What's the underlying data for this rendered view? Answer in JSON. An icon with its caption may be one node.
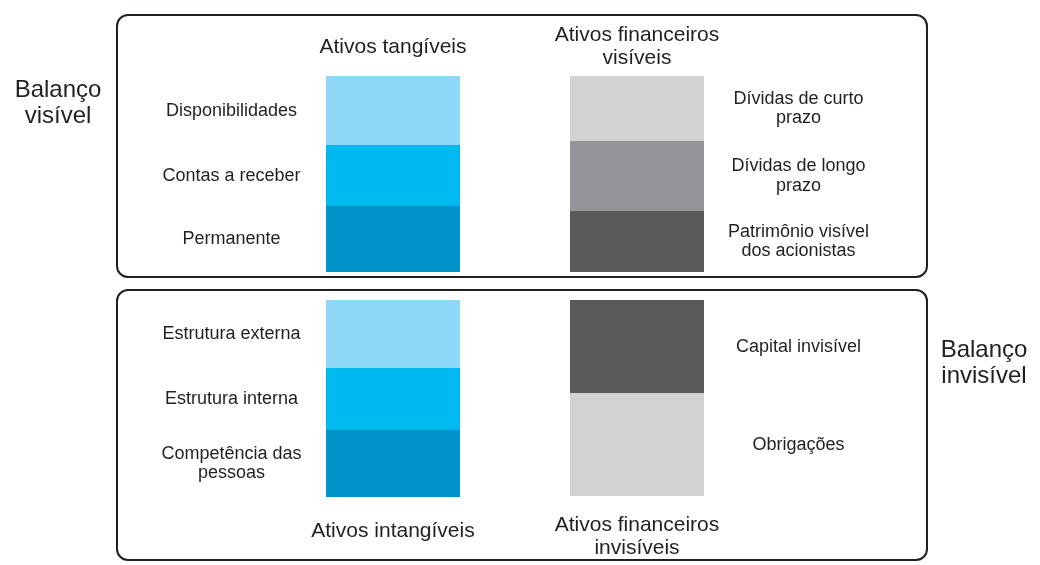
{
  "diagram": {
    "nodes": [
      {
        "text": [
          "Balanço visível",
          "Ativos tangíveis",
          "Ativos financeiros visíveis"
        ]
      },
      {
        "text": [],
        "shape": "box",
        "beside": [
          "Disponibilidades"
        ],
        "in": 0
      },
      {
        "text": [],
        "shape": "box",
        "beside": [
          "Contas a receber"
        ],
        "in": 0
      },
      {
        "text": [],
        "shape": "box",
        "beside": [
          "Permanente"
        ],
        "in": 0
      },
      {
        "text": [],
        "shape": "box",
        "beside": [
          "Dívidas de curto prazo"
        ],
        "in": 0
      },
      {
        "text": [],
        "shape": "box",
        "beside": [
          "Dívidas de longo prazo"
        ],
        "in": 0
      },
      {
        "text": [],
        "shape": "box",
        "beside": [
          "Patrimônio visível dos acionistas"
        ],
        "in": 0
      },
      {
        "text": [
          "Balanço invisível",
          "Ativos intangíveis",
          "Ativos financeiros invisíveis"
        ]
      },
      {
        "text": [],
        "shape": "box",
        "beside": [
          "Estrutura externa"
        ],
        "in": 7
      },
      {
        "text": [],
        "shape": "box",
        "beside": [
          "Estrutura interna"
        ],
        "in": 7
      },
      {
        "text": [],
        "shape": "box",
        "beside": [
          "Competência das pessoas"
        ],
        "in": 7
      },
      {
        "text": [],
        "shape": "box",
        "beside": [
          "Capital invisível"
        ],
        "in": 7
      },
      {
        "text": [],
        "shape": "box",
        "beside": [
          "Obrigações"
        ],
        "in": 7
      }
    ]
  }
}
